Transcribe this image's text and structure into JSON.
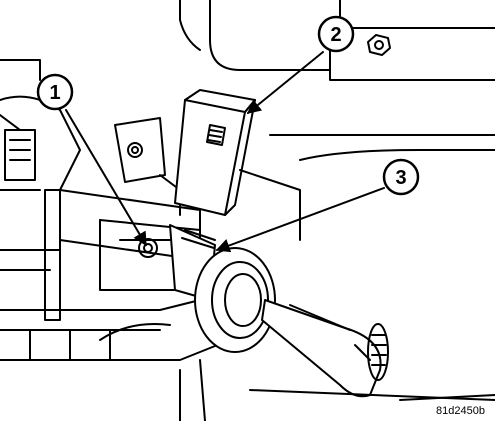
{
  "figure": {
    "code": "81d2450b",
    "callouts": [
      {
        "id": "1",
        "label": "1"
      },
      {
        "id": "2",
        "label": "2"
      },
      {
        "id": "3",
        "label": "3"
      }
    ],
    "colors": {
      "line": "#000000",
      "fill": "#ffffff"
    }
  }
}
